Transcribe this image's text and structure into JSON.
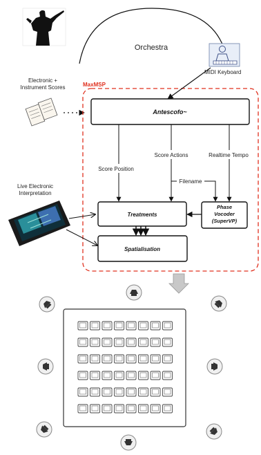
{
  "labels": {
    "orchestra": "Orchestra",
    "midi_keyboard": "MIDI Keyboard",
    "electronic_scores": [
      "Electronic +",
      "Instrument Scores"
    ],
    "maxmsp": "MaxMSP",
    "antescofo": "Antescofo~",
    "score_position": "Score Position",
    "score_actions": "Score Actions",
    "realtime_tempo": "Realtime Tempo",
    "filename": "Filename",
    "live_electronic": [
      "Live Electronic",
      "Interpretation"
    ],
    "treatments": "Treatments",
    "phase_vocoder": [
      "Phase",
      "Vocoder",
      "(SuperVP)"
    ],
    "spatialisation": "Spatialisation"
  },
  "colors": {
    "maxmsp_accent": "#e0301e",
    "box_fill": "#ffffff",
    "stroke": "#111111",
    "down_arrow": "#c8c8c8"
  },
  "icons": {
    "conductor": "conductor-silhouette-icon",
    "keyboard_player": "keyboard-player-icon",
    "score_sheets": "score-sheets-icon",
    "tablet": "touch-tablet-icon",
    "speaker": "speaker-icon"
  },
  "hall": {
    "rows": 6,
    "seats_per_row": 8
  }
}
